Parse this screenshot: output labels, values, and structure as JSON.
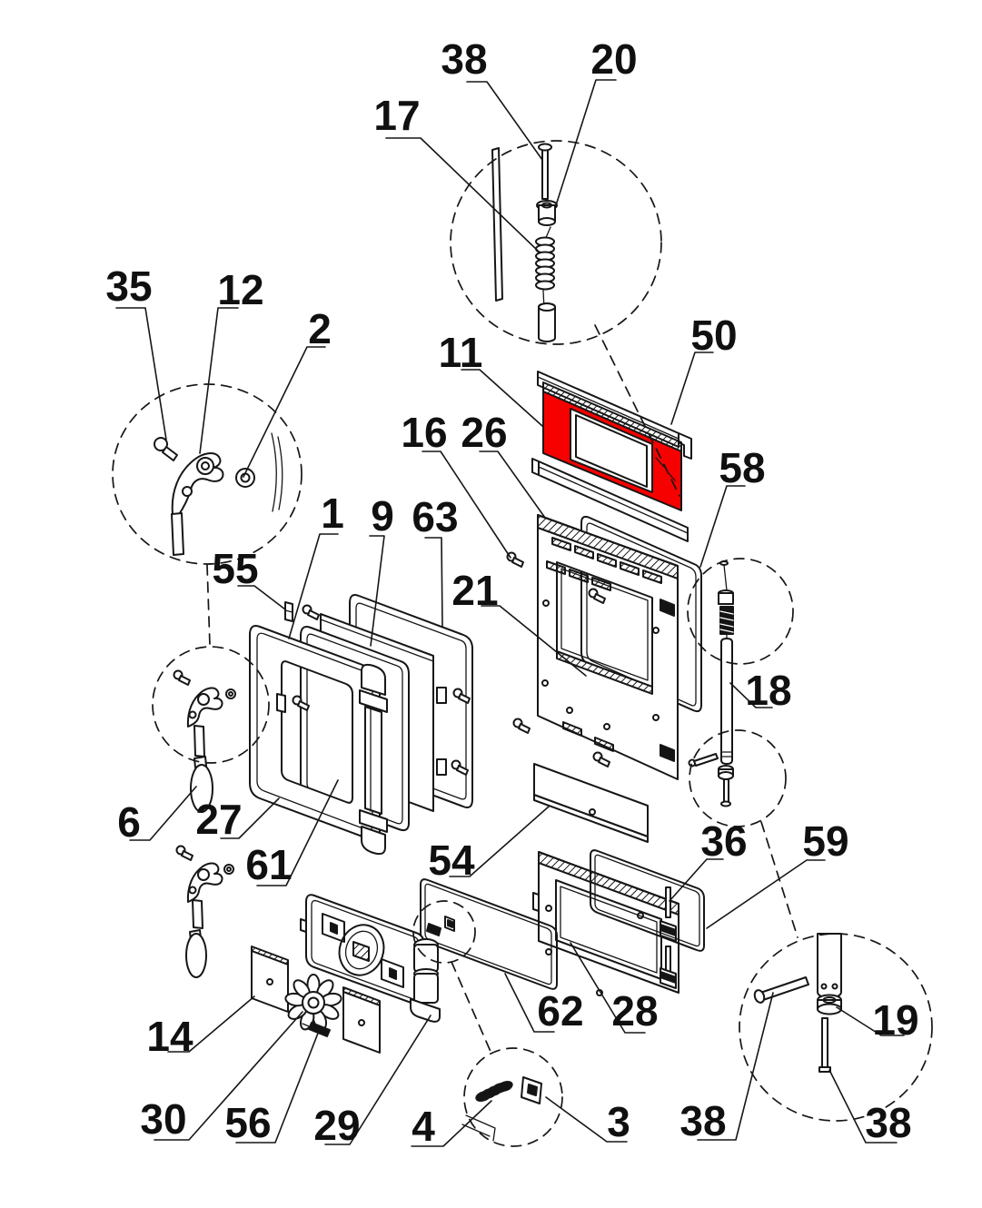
{
  "colors": {
    "highlight": "#f70000",
    "line": "#161616",
    "background": "#ffffff"
  },
  "labels": {
    "n38a": "38",
    "n20": "20",
    "n17": "17",
    "n35": "35",
    "n12": "12",
    "n2": "2",
    "n50": "50",
    "n11": "11",
    "n16": "16",
    "n26": "26",
    "n58": "58",
    "n1": "1",
    "n9": "9",
    "n63": "63",
    "n21": "21",
    "n55": "55",
    "n18": "18",
    "n6": "6",
    "n27": "27",
    "n61": "61",
    "n54": "54",
    "n36": "36",
    "n59": "59",
    "n14": "14",
    "n62": "62",
    "n28": "28",
    "n30": "30",
    "n56": "56",
    "n29": "29",
    "n4": "4",
    "n3": "3",
    "n38b": "38",
    "n38c": "38",
    "n19": "19"
  }
}
